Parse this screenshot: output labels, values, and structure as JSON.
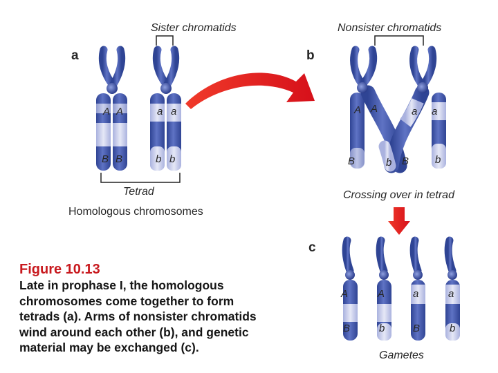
{
  "labels": {
    "panel_a": "a",
    "panel_b": "b",
    "panel_c": "c",
    "sister_chromatids": "Sister chromatids",
    "nonsister_chromatids": "Nonsister chromatids",
    "tetrad": "Tetrad",
    "homologous_chromosomes": "Homologous chromosomes",
    "crossing_over": "Crossing over in tetrad",
    "gametes": "Gametes"
  },
  "alleles": {
    "a_A1": "A",
    "a_A2": "A",
    "a_a1": "a",
    "a_a2": "a",
    "a_B1": "B",
    "a_B2": "B",
    "a_b1": "b",
    "a_b2": "b",
    "b_A1": "A",
    "b_A2": "A",
    "b_a1": "a",
    "b_a2": "a",
    "b_B1": "B",
    "b_b1": "b",
    "b_B2": "B",
    "b_b2": "b",
    "c_top": [
      "A",
      "A",
      "a",
      "a"
    ],
    "c_bottom": [
      "B",
      "b",
      "B",
      "b"
    ]
  },
  "caption": {
    "title": "Figure 10.13",
    "body": "Late in prophase I, the homologous chromosomes come together to form tetrads (a). Arms of nonsister chromatids wind around each other (b), and genetic material may be exchanged (c)."
  },
  "colors": {
    "chromatid_dark": "#3a4fa3",
    "chromatid_light": "#c9cdea",
    "arrow_red": "#e0141b",
    "caption_title": "#c8191e"
  }
}
